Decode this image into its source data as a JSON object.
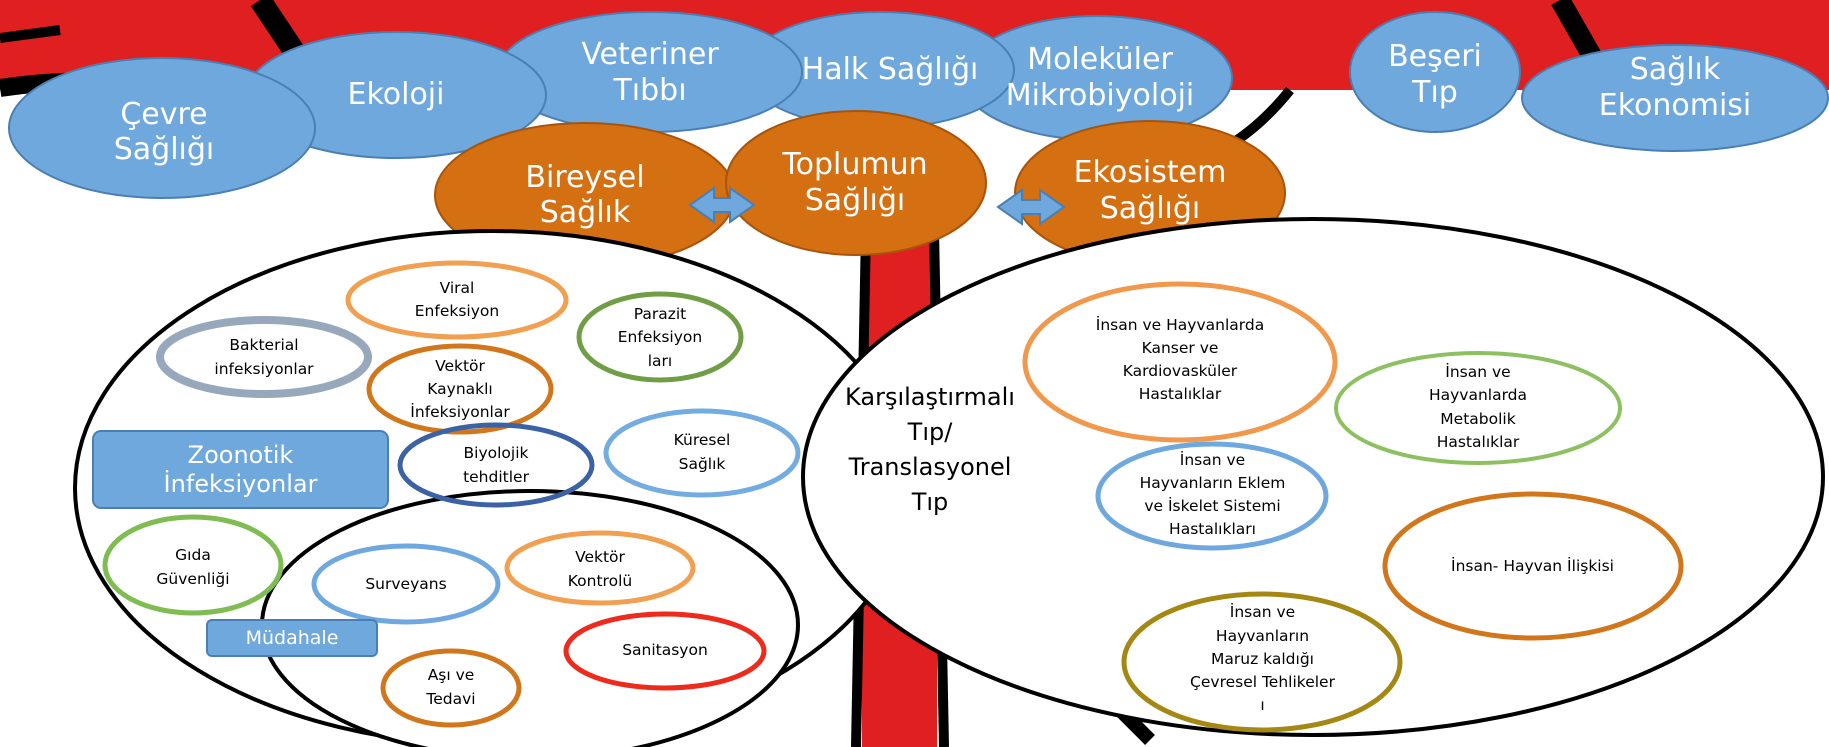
{
  "top_disciplines": [
    {
      "label": "Çevre\nSağlığı"
    },
    {
      "label": "Ekoloji"
    },
    {
      "label": "Veteriner\nTıbbı"
    },
    {
      "label": "Halk Sağlığı"
    },
    {
      "label": "Moleküler\nMikrobiyoloji"
    },
    {
      "label": "Beşeri\nTıp"
    },
    {
      "label": "Sağlık\nEkonomisi"
    }
  ],
  "health_levels": [
    {
      "label": "Bireysel\nSağlık"
    },
    {
      "label": "Toplumun\nSağlığı"
    },
    {
      "label": "Ekosistem\nSağlığı"
    }
  ],
  "zoonotic": {
    "title": "Zoonotik\nİnfeksiyonlar",
    "topics": [
      {
        "label": "Viral\nEnfeksiyon",
        "color": "#f0a050"
      },
      {
        "label": "Bakterial\ninfeksiyonlar",
        "color": "#98a8bc"
      },
      {
        "label": "Parazit\nEnfeksiyon\nları",
        "color": "#6f9e45"
      },
      {
        "label": "Vektör\nKaynaklı\nİnfeksiyonlar",
        "color": "#d2761c"
      },
      {
        "label": "Küresel\nSağlık",
        "color": "#73ace0"
      },
      {
        "label": "Biyolojik\ntehditler",
        "color": "#3b62a4"
      },
      {
        "label": "Gıda\nGüvenliği",
        "color": "#7fbc52"
      }
    ]
  },
  "intervention": {
    "title": "Müdahale",
    "topics": [
      {
        "label": "Surveyans",
        "color": "#6fa8df"
      },
      {
        "label": "Vektör\nKontrolü",
        "color": "#f0a050"
      },
      {
        "label": "Sanitasyon",
        "color": "#ee2a1c"
      },
      {
        "label": "Aşı ve\nTedavi",
        "color": "#d2761c"
      }
    ]
  },
  "translational": {
    "title": "Karşılaştırmalı\nTıp/\nTranslasyonel\nTıp",
    "topics": [
      {
        "label": "İnsan ve Hayvanlarda\nKanser ve\nKardiovasküler\nHastalıklar",
        "color": "#f0984c"
      },
      {
        "label": "İnsan ve\nHayvanlarda\nMetabolik\nHastalıklar",
        "color": "#8cc060"
      },
      {
        "label": "İnsan ve\nHayvanların  Eklem\nve İskelet Sistemi\nHastalıkları",
        "color": "#6fa8df"
      },
      {
        "label": "İnsan- Hayvan İlişkisi",
        "color": "#d2761c"
      },
      {
        "label": "İnsan ve\nHayvanların\nMaruz kaldığı\nÇevresel Tehlikeler\nı",
        "color": "#a58814"
      }
    ]
  }
}
